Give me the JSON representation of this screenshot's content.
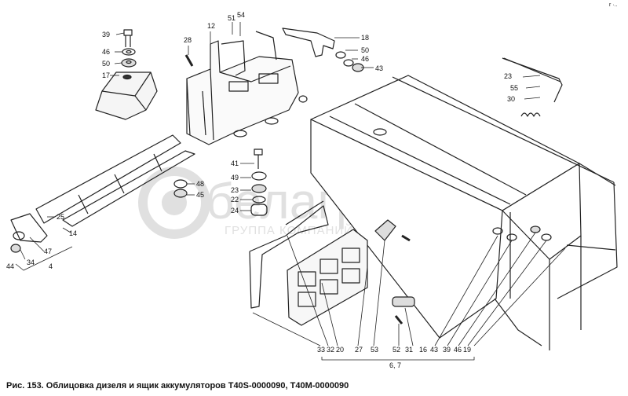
{
  "figure": {
    "caption": "Рис. 153. Облицовка дизеля и ящик аккумуляторов Т40S-0000090, Т40М-0000090",
    "watermark": {
      "name": "белагро",
      "subtitle": "ГРУППА КОМПАНИЙ"
    },
    "top_right_mark": "r ·.."
  },
  "callouts": {
    "c39": "39",
    "c46a": "46",
    "c50a": "50",
    "c17": "17",
    "c28": "28",
    "c12": "12",
    "c51": "51",
    "c54": "54",
    "c18": "18",
    "c50b": "50",
    "c46b": "46",
    "c43a": "43",
    "c23a": "23",
    "c55": "55",
    "c30": "30",
    "c41": "41",
    "c49": "49",
    "c23b": "23",
    "c22": "22",
    "c24": "24",
    "c48": "48",
    "c45": "45",
    "c25": "25",
    "c47": "47",
    "c34": "34",
    "c44": "44",
    "c4": "4",
    "c14": "14"
  },
  "bottom_callouts": [
    "33",
    "32",
    "20",
    "27",
    "53",
    "52",
    "31",
    "16",
    "43",
    "39",
    "46",
    "19"
  ],
  "group_label": "6, 7",
  "colors": {
    "ink": "#222222",
    "watermark": "#c8c8c8"
  }
}
